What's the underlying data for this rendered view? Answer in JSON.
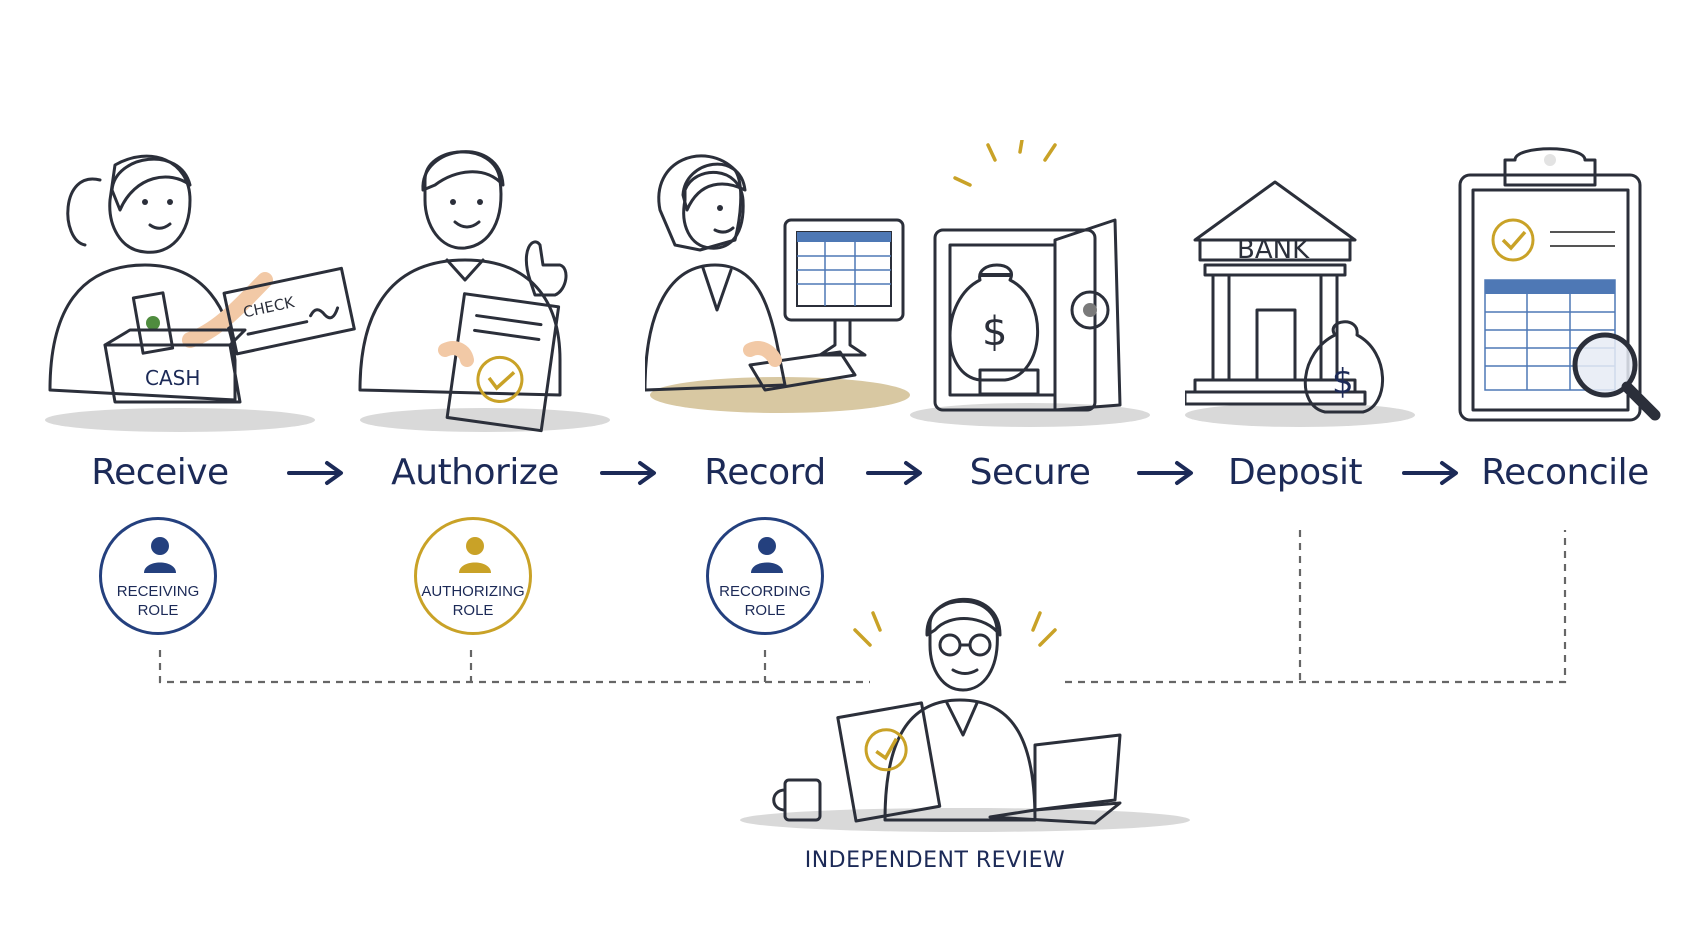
{
  "steps": [
    {
      "label": "Receive",
      "icon": "cashier-with-cash-box-icon"
    },
    {
      "label": "Authorize",
      "icon": "approver-with-document-icon"
    },
    {
      "label": "Record",
      "icon": "clerk-at-computer-icon"
    },
    {
      "label": "Secure",
      "icon": "open-safe-icon"
    },
    {
      "label": "Deposit",
      "icon": "bank-building-icon"
    },
    {
      "label": "Reconcile",
      "icon": "clipboard-magnifier-icon"
    }
  ],
  "illustration_text": {
    "check": "CHECK",
    "cash": "CASH",
    "bank": "BANK"
  },
  "roles": [
    {
      "label": "RECEIVING\nROLE",
      "color": "#24407e"
    },
    {
      "label": "AUTHORIZING\nROLE",
      "color": "#c9a227"
    },
    {
      "label": "RECORDING\nROLE",
      "color": "#24407e"
    }
  ],
  "review": {
    "label": "INDEPENDENT REVIEW",
    "icon": "reviewer-at-desk-icon"
  },
  "colors": {
    "navy": "#1c2a57",
    "blue": "#3a5fa8",
    "gold": "#c9a227",
    "dash": "#666666"
  }
}
